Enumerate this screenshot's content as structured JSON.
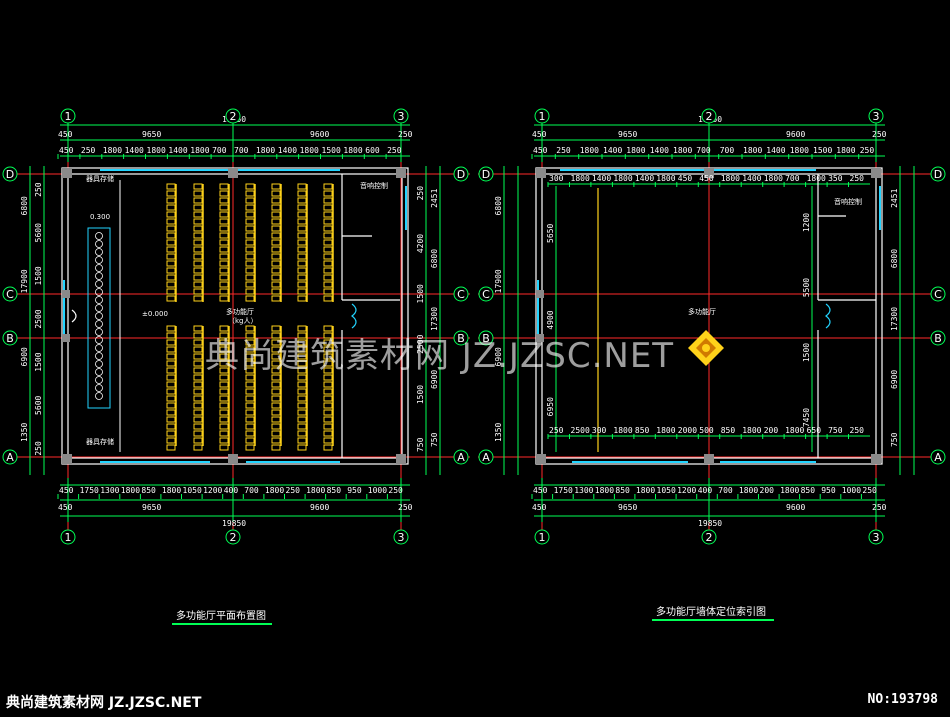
{
  "colors": {
    "background": "#000000",
    "wall": "#ffffff",
    "dim_line": "#00ff55",
    "axis_line": "#ff2a2a",
    "window": "#22d4ff",
    "seat": "#ffd21a",
    "grid_bubble": "#00ff55",
    "title_underline": "#00ff55"
  },
  "left_plan": {
    "title": "多功能厅平面布置图",
    "room_label": "多功能厅",
    "room_sub": "（kg人）",
    "elevation_label": "±0.000",
    "stage_elev": "0.300",
    "control_room": "音响控制",
    "store_top": "器具存储",
    "store_bottom": "器具存储",
    "top_total": "19850",
    "top_sub": [
      "450",
      "9650",
      "9600",
      "250"
    ],
    "top_detail": [
      "450",
      "250",
      "1800",
      "1400",
      "1800",
      "1400",
      "1800",
      "700",
      "700",
      "1800",
      "1400",
      "1800",
      "1500",
      "1800",
      "600",
      "250"
    ],
    "bottom_detail": [
      "450",
      "1750",
      "1300",
      "1800",
      "850",
      "1800",
      "1050",
      "1200",
      "400",
      "700",
      "1800",
      "250",
      "1800",
      "850",
      "950",
      "1000",
      "250"
    ],
    "bottom_sub": [
      "450",
      "9650",
      "9600",
      "250"
    ],
    "bottom_total": "19850",
    "left_dims_outer": [
      "6800",
      "17900",
      "6900",
      "1350"
    ],
    "left_dims_inner": [
      "250",
      "5600",
      "1500",
      "2500",
      "1500",
      "5600",
      "250"
    ],
    "right_dims_outer": [
      "2451",
      "6800",
      "17300",
      "6900",
      "750"
    ],
    "right_dims_inner": [
      "250",
      "4200",
      "1500",
      "2500",
      "1500",
      "750"
    ]
  },
  "right_plan": {
    "title": "多功能厅墙体定位索引图",
    "room_label": "多功能厅",
    "control_room": "音响控制",
    "top_total": "19850",
    "top_sub": [
      "450",
      "9650",
      "9600",
      "250"
    ],
    "top_detail": [
      "450",
      "250",
      "1800",
      "1400",
      "1800",
      "1400",
      "1800",
      "700",
      "700",
      "1800",
      "1400",
      "1800",
      "1500",
      "1800",
      "250"
    ],
    "inner_top": [
      "300",
      "1800",
      "1400",
      "1800",
      "1400",
      "1800",
      "450",
      "450",
      "1800",
      "1400",
      "1800",
      "700",
      "1800",
      "350",
      "250"
    ],
    "inner_bottom": [
      "250",
      "2500",
      "300",
      "1800",
      "850",
      "1800",
      "2000",
      "500",
      "850",
      "1800",
      "200",
      "1800",
      "650",
      "750",
      "250"
    ],
    "bottom_detail": [
      "450",
      "1750",
      "1300",
      "1800",
      "850",
      "1800",
      "1050",
      "1200",
      "400",
      "700",
      "1800",
      "200",
      "1800",
      "850",
      "950",
      "1000",
      "250"
    ],
    "bottom_sub": [
      "450",
      "9650",
      "9600",
      "250"
    ],
    "bottom_total": "19850",
    "left_dims_outer": [
      "6800",
      "17900",
      "6900",
      "1350"
    ],
    "inner_left": [
      "5650",
      "4900",
      "6950"
    ],
    "inner_right": [
      "1200",
      "5500",
      "1500",
      "7450"
    ],
    "right_dims_outer": [
      "2451",
      "6800",
      "17300",
      "6900",
      "750"
    ]
  },
  "grid_labels": {
    "columns": [
      "1",
      "2",
      "3"
    ],
    "rows": [
      "D",
      "C",
      "B",
      "A"
    ]
  },
  "watermark": "典尚建筑素材网 JZ.JZSC.NET",
  "footer": {
    "left": "典尚建筑素材网 JZ.JZSC.NET",
    "right": "NO:193798"
  }
}
